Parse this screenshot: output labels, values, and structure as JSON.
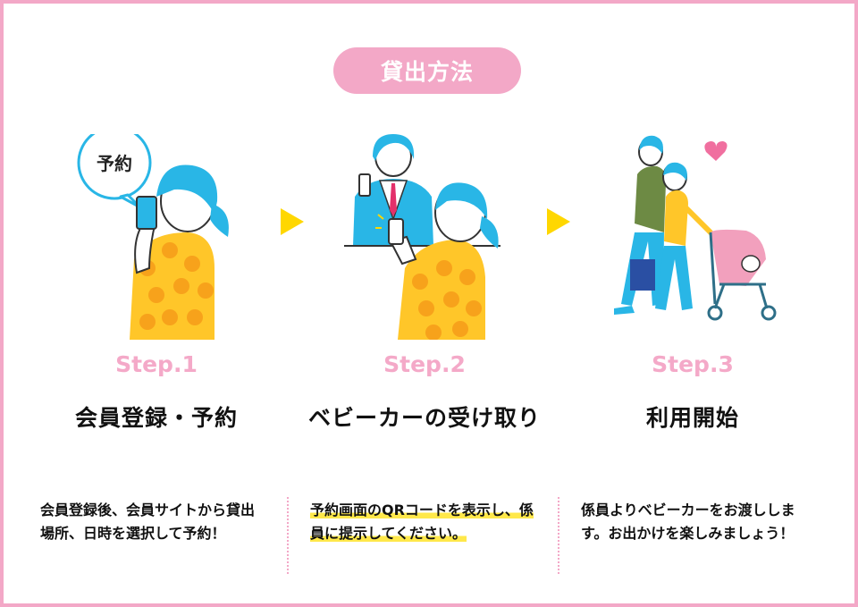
{
  "header": {
    "title": "貸出方法"
  },
  "steps": [
    {
      "label": "Step.1",
      "name": "会員登録・予約",
      "bubble": "予約",
      "description": "会員登録後、会員サイトから貸出場所、日時を選択して予約！"
    },
    {
      "label": "Step.2",
      "name": "ベビーカーの受け取り",
      "description": "予約画面のQRコードを表示し、係員に提示してください。"
    },
    {
      "label": "Step.3",
      "name": "利用開始",
      "description": "係員よりベビーカーをお渡しします。お出かけを楽しみましょう！"
    }
  ],
  "colors": {
    "accent_pink": "#f3a8c7",
    "arrow_yellow": "#ffd700",
    "highlight": "#ffe84a",
    "hair_blue": "#29b6e6"
  },
  "icons": [
    "phone-icon",
    "heart-icon",
    "arrow-right-icon",
    "stroller-icon"
  ]
}
